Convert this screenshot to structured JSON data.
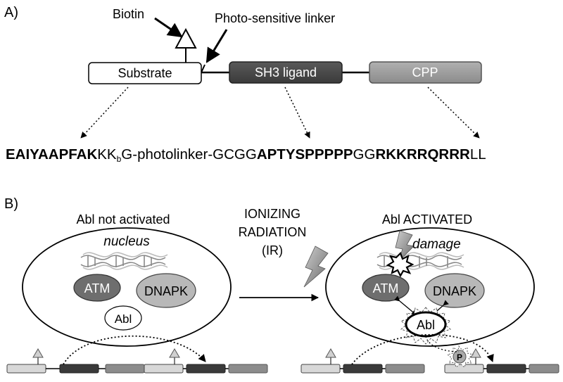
{
  "panel_a": {
    "label": "A)",
    "biotin_label": "Biotin",
    "linker_label": "Photo-sensitive linker",
    "substrate_label": "Substrate",
    "sh3_label": "SH3 ligand",
    "cpp_label": "CPP",
    "sequence": {
      "part1_bold": "EAIYAAPFAK",
      "part2": "KK",
      "part2_sub": "b",
      "part3": "G-photolinker-GCGG",
      "part4_bold": "APTYSPPPPP",
      "part5": "GG",
      "part6_bold": "RKKRRQRRR",
      "part7": "LL"
    }
  },
  "panel_b": {
    "label": "B)",
    "left_title": "Abl not activated",
    "nucleus_label": "nucleus",
    "middle_line1": "IONIZING",
    "middle_line2": "RADIATION",
    "middle_line3": "(IR)",
    "right_title": "Abl ACTIVATED",
    "damage_label": "damage",
    "atm_label": "ATM",
    "dnapk_label": "DNAPK",
    "abl_label": "Abl",
    "p_label": "P"
  },
  "colors": {
    "sh3_fill": "#4a4a4a",
    "cpp_fill": "#9a9a9a",
    "atm_fill": "#6e6e6e",
    "dnapk_fill": "#b8b8b8",
    "light_box": "#d8d8d8"
  }
}
